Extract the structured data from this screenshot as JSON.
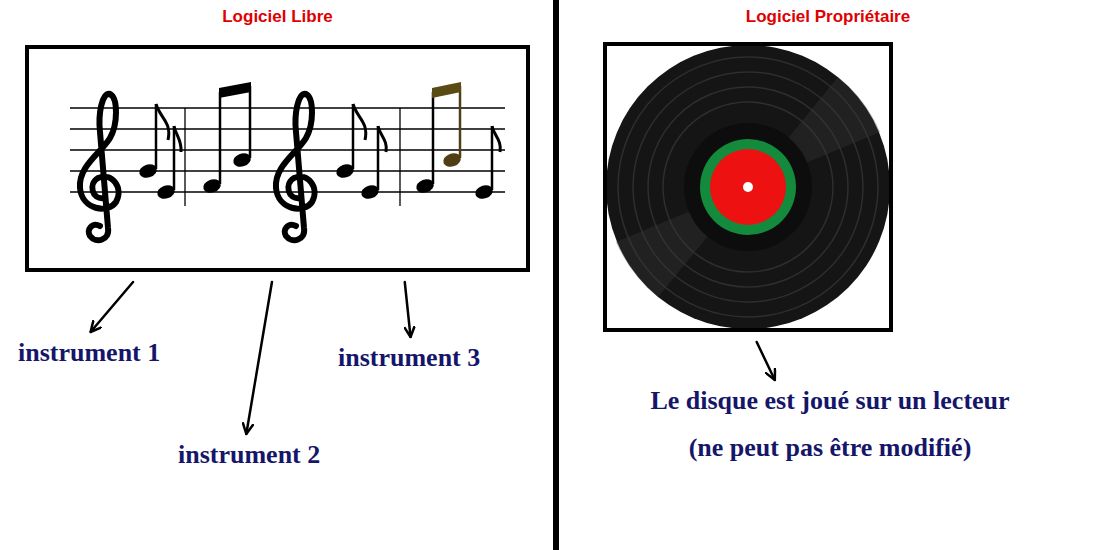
{
  "diagram": {
    "nodes": [
      {
        "text": [
          "Logiciel Libre"
        ]
      },
      {
        "text": [
          "instrument 1"
        ]
      },
      {
        "text": [
          "instrument 2"
        ]
      },
      {
        "text": [
          "instrument 3"
        ]
      },
      {
        "text": [
          "Logiciel Propriétaire"
        ]
      },
      {
        "text": [
          "Le disque est joué sur un lecteur",
          "(ne peut pas être modifié)"
        ]
      }
    ],
    "edges": [
      {
        "from": 0,
        "to": 1,
        "arrow": "to"
      },
      {
        "from": 0,
        "to": 2,
        "arrow": "to"
      },
      {
        "from": 0,
        "to": 3,
        "arrow": "to"
      },
      {
        "from": 4,
        "to": 5,
        "arrow": "to"
      }
    ]
  }
}
